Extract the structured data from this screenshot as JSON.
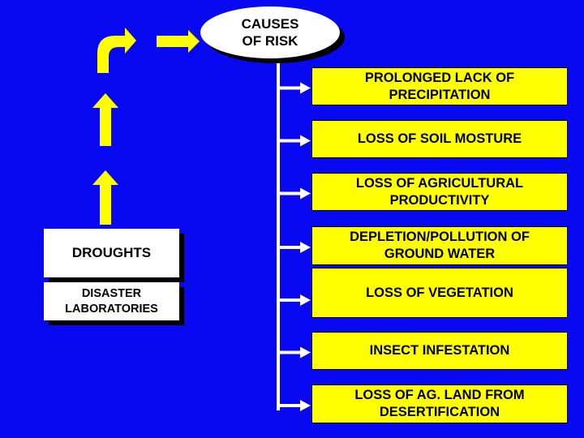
{
  "title": "CAUSES OF RISK",
  "title_lines": [
    "CAUSES",
    "OF RISK"
  ],
  "source_boxes": {
    "droughts": "DROUGHTS",
    "disaster_lines": [
      "DISASTER",
      "LABORATORIES"
    ]
  },
  "causes": [
    [
      "PROLONGED LACK OF",
      "PRECIPITATION"
    ],
    [
      "LOSS OF SOIL MOSTURE"
    ],
    [
      "LOSS OF AGRICULTURAL",
      "PRODUCTIVITY"
    ],
    [
      "DEPLETION/POLLUTION OF",
      "GROUND  WATER"
    ],
    [
      "LOSS OF VEGETATION"
    ],
    [
      "INSECT INFESTATION"
    ],
    [
      "LOSS OF AG. LAND FROM",
      "DESERTIFICATION"
    ]
  ],
  "colors": {
    "background": "#0808f2",
    "arrow": "#ffff00",
    "cause_box": "#ffff00"
  }
}
